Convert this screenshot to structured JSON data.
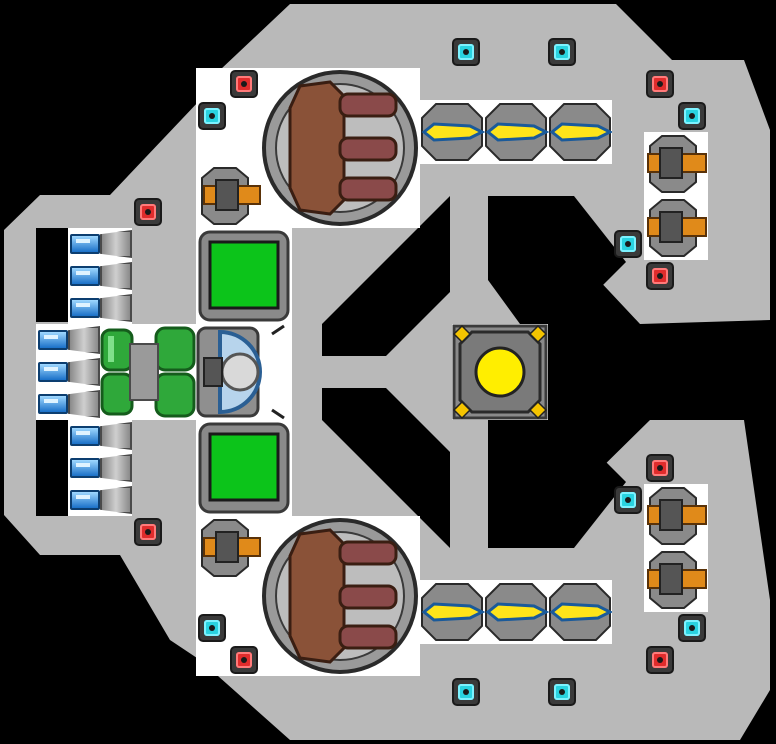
{
  "screen": {
    "title": "",
    "colors": {
      "background": "#000000",
      "hull": "#b9b9b9",
      "floor": "#ffffff",
      "cyan_sensor": "#29d3e0",
      "red_sensor": "#e02c2c",
      "green_cargo": "#0cc41a",
      "yellow_core": "#ffee00",
      "blue_thruster": "#2b7fd6",
      "gun_orange": "#e08a1a",
      "turret_brown": "#8a5238"
    }
  },
  "components": {
    "thrusters": [
      "thruster",
      "thruster",
      "thruster",
      "thruster",
      "thruster",
      "thruster",
      "thruster",
      "thruster",
      "thruster",
      "thruster",
      "thruster",
      "thruster"
    ],
    "cyan_sensors": [
      "sensor",
      "sensor",
      "sensor",
      "sensor",
      "sensor",
      "sensor",
      "sensor",
      "sensor",
      "sensor",
      "sensor"
    ],
    "red_sensors": [
      "sensor",
      "sensor",
      "sensor",
      "sensor",
      "sensor",
      "sensor",
      "sensor",
      "sensor"
    ],
    "missiles": [
      "missile",
      "missile",
      "missile",
      "missile",
      "missile",
      "missile"
    ],
    "guns": [
      "gun",
      "gun",
      "gun",
      "gun",
      "gun",
      "gun"
    ],
    "turrets": [
      "turret",
      "turret"
    ],
    "cargo_bays": [
      "cargo",
      "cargo"
    ],
    "reactor": "reactor",
    "cockpit": "cockpit",
    "engine": "engine"
  }
}
